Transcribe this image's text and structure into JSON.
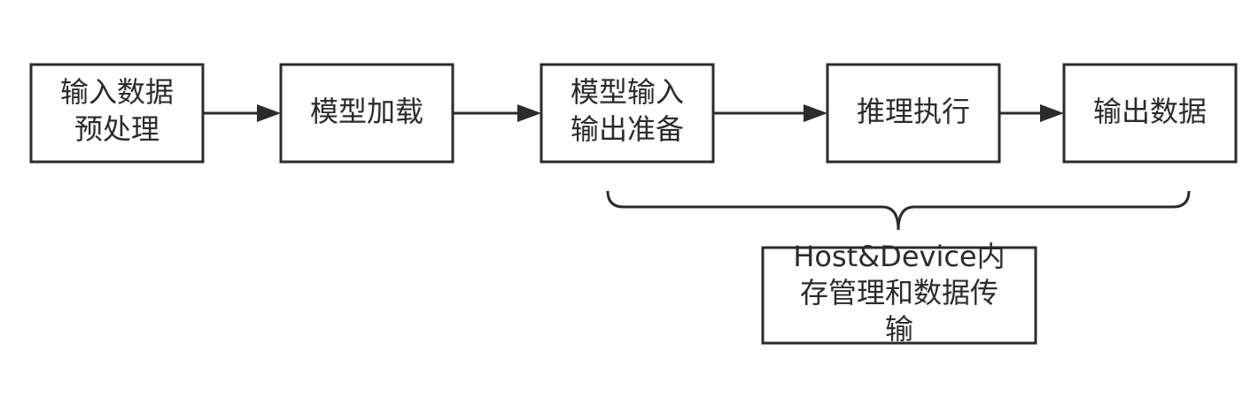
{
  "colors": {
    "stroke": "#2b2b2b",
    "fill": "#ffffff",
    "text": "#2b2b2b"
  },
  "steps": [
    {
      "line1": "输入数据",
      "line2": "预处理"
    },
    {
      "line1": "模型加载",
      "line2": ""
    },
    {
      "line1": "模型输入",
      "line2": "输出准备"
    },
    {
      "line1": "推理执行",
      "line2": ""
    },
    {
      "line1": "输出数据",
      "line2": ""
    }
  ],
  "memory_box": {
    "line1": "Host&Device内",
    "line2": "存管理和数据传",
    "line3": "输"
  }
}
